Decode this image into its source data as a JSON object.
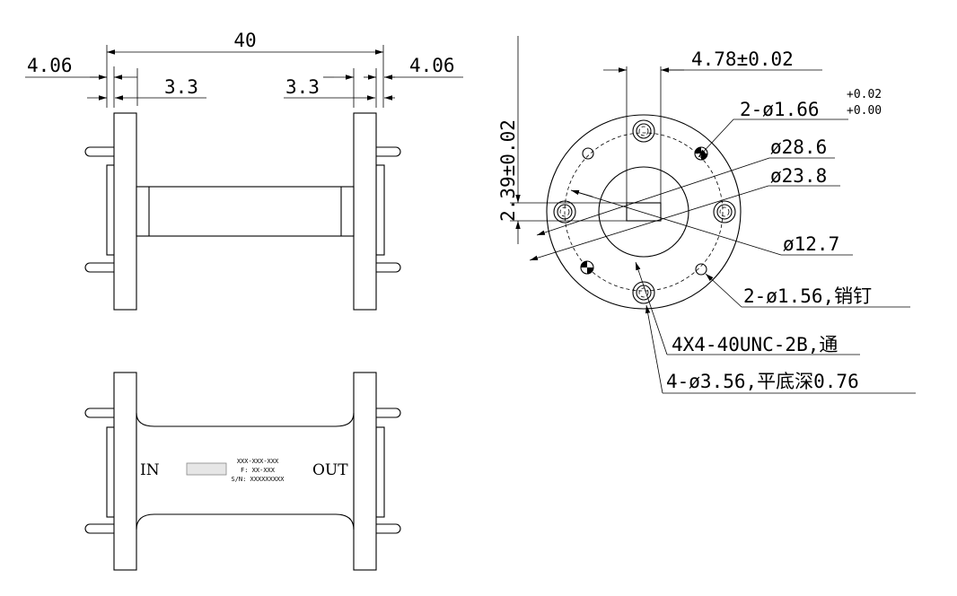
{
  "side_view": {
    "overall_length": "40",
    "flange_left": "4.06",
    "flange_right": "4.06",
    "step_left": "3.3",
    "step_right": "3.3"
  },
  "flange_view": {
    "slot_width": "4.78±0.02",
    "slot_height": "2.39±0.02",
    "dowel_hole": "2-ø1.66",
    "dowel_tol_upper": "+0.02",
    "dowel_tol_lower": "+0.00",
    "bolt_circle": "ø28.6",
    "flange_diameter": "ø23.8",
    "bore_diameter": "ø12.7",
    "pin_spec": "2-ø1.56,销钉",
    "thread_spec": "4X4-40UNC-2B,通",
    "counterbore_spec": "4-ø3.56,平底深0.76"
  },
  "label_view": {
    "port_in": "IN",
    "port_out": "OUT",
    "part_number": "XXX-XXX-XXX",
    "frequency": "F: XX-XXX",
    "serial": "S/N: XXXXXXXXX"
  }
}
